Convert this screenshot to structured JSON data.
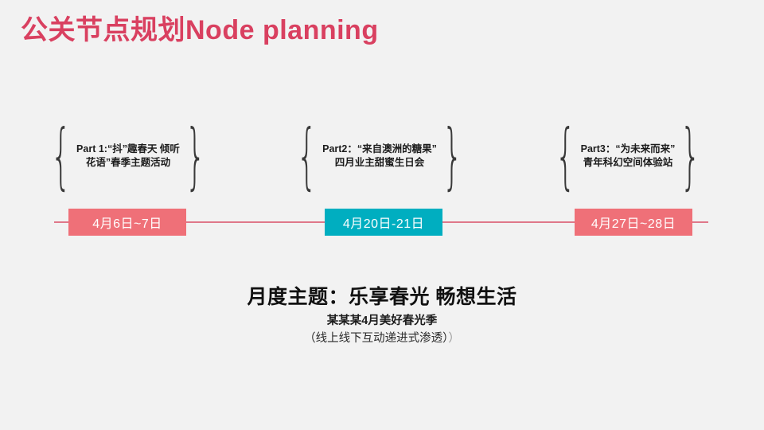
{
  "slide": {
    "background_color": "#f2f2f2",
    "title": "公关节点规划Node planning",
    "title_color": "#d94060"
  },
  "timeline": {
    "line_color": "#e0788a",
    "groups": [
      {
        "id": "group-1",
        "brace_left": "{",
        "brace_right": "}",
        "line_1": "Part 1:“抖”趣春天  倾听",
        "line_2": "花语”春季主题活动"
      },
      {
        "id": "group-2",
        "brace_left": "{",
        "brace_right": "}",
        "line_1": "Part2：“来自澳洲的糖果”",
        "line_2": "四月业主甜蜜生日会"
      },
      {
        "id": "group-3",
        "brace_left": "{",
        "brace_right": "}",
        "line_1": "Part3：“为未来而来”",
        "line_2": "青年科幻空间体验站"
      }
    ],
    "badges": [
      {
        "id": "badge-1",
        "label": "4月6日~7日",
        "color": "#ef7078"
      },
      {
        "id": "badge-2",
        "label": "4月20日-21日",
        "color": "#00aec0"
      },
      {
        "id": "badge-3",
        "label": "4月27日~28日",
        "color": "#ef7078"
      }
    ]
  },
  "footer": {
    "monthly_theme": "月度主题：乐享春光  畅想生活",
    "sub_line_1": "某某某4月美好春光季",
    "sub_line_2": "（线上线下互动递进式渗透）",
    "sub_line_2_trailing": "）"
  }
}
